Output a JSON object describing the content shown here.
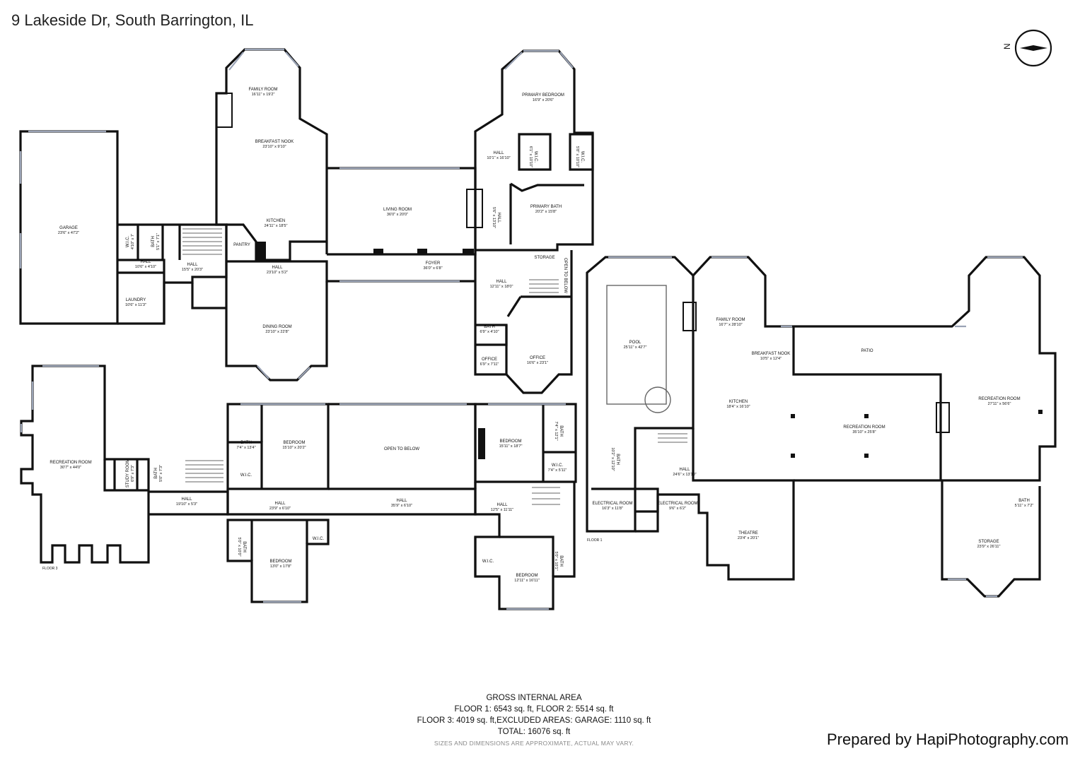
{
  "title": "9 Lakeside Dr, South Barrington, IL",
  "credit": "Prepared by HapiPhotography.com",
  "compass": {
    "label": "N"
  },
  "area": {
    "heading": "GROSS INTERNAL AREA",
    "line1": "FLOOR 1: 6543 sq. ft, FLOOR 2: 5514 sq. ft",
    "line2": "FLOOR 3: 4019 sq. ft,EXCLUDED AREAS: GARAGE: 1110 sq. ft",
    "line3": "TOTAL: 16076 sq. ft",
    "disclaimer": "SIZES AND DIMENSIONS ARE APPROXIMATE, ACTUAL MAY VARY."
  },
  "floor_tags": {
    "floor3": "FLOOR 3",
    "floor1": "FLOOR 1"
  },
  "rooms": {
    "garage": {
      "name": "GARAGE",
      "dim": "23'6\" x 47'2\""
    },
    "family_room_main": {
      "name": "FAMILY ROOM",
      "dim": "16'11\" x 19'2\""
    },
    "breakfast_nook_main": {
      "name": "BREAKFAST NOOK",
      "dim": "23'10\" x 9'10\""
    },
    "kitchen_main": {
      "name": "KITCHEN",
      "dim": "24'11\" x 18'5\""
    },
    "pantry": {
      "name": "PANTRY",
      "dim": ""
    },
    "wic_a": {
      "name": "W.I.C.",
      "dim": "4'10\" x 7'"
    },
    "bath_a": {
      "name": "BATH",
      "dim": "5'1\" x 7'1\""
    },
    "hall_a": {
      "name": "HALL",
      "dim": "10'6\" x 4'10\""
    },
    "hall_b": {
      "name": "HALL",
      "dim": "15'5\" x 20'3\""
    },
    "laundry": {
      "name": "LAUNDRY",
      "dim": "10'6\" x 11'3\""
    },
    "hall_c": {
      "name": "HALL",
      "dim": "23'10\" x 5'2\""
    },
    "dining_room": {
      "name": "DINING ROOM",
      "dim": "23'10\" x 22'8\""
    },
    "living_room": {
      "name": "LIVING ROOM",
      "dim": "36'0\" x 20'0\""
    },
    "foyer": {
      "name": "FOYER",
      "dim": "36'0\" x 6'8\""
    },
    "primary_bedroom": {
      "name": "PRIMARY BEDROOM",
      "dim": "16'9\" x 20'6\""
    },
    "hall_d": {
      "name": "HALL",
      "dim": "10'1\" x 16'10\""
    },
    "wic_b": {
      "name": "W.I.C.",
      "dim": "6'1\" x 10'10\""
    },
    "wic_c": {
      "name": "W.I.C.",
      "dim": "5'8\" x 10'10\""
    },
    "primary_bath": {
      "name": "PRIMARY BATH",
      "dim": "20'2\" x 15'8\""
    },
    "hall_e": {
      "name": "HALL",
      "dim": "5'6\" x 13'10\""
    },
    "storage_small": {
      "name": "STORAGE",
      "dim": ""
    },
    "open_below_a": {
      "name": "OPEN TO BELOW",
      "dim": ""
    },
    "hall_f": {
      "name": "HALL",
      "dim": "12'11\" x 18'0\""
    },
    "bath_b": {
      "name": "BATH",
      "dim": "6'9\" x 4'10\""
    },
    "office_a": {
      "name": "OFFICE",
      "dim": "6'9\" x 7'11\""
    },
    "office_b": {
      "name": "OFFICE",
      "dim": "16'6\" x 23'1\""
    },
    "rec_room_f3": {
      "name": "RECREATION ROOM",
      "dim": "30'7\" x 44'0\""
    },
    "study_room": {
      "name": "STUDY ROOM",
      "dim": "6'9\" x 7'3\""
    },
    "bath_c": {
      "name": "BATH",
      "dim": "5'0\" x 7'3\""
    },
    "hall_g": {
      "name": "HALL",
      "dim": "19'10\" x 5'3\""
    },
    "bath_d": {
      "name": "BATH",
      "dim": "7'4\" x 13'4\""
    },
    "bedroom_a": {
      "name": "BEDROOM",
      "dim": "15'10\" x 20'2\""
    },
    "wic_d": {
      "name": "W.I.C.",
      "dim": ""
    },
    "hall_h": {
      "name": "HALL",
      "dim": "23'9\" x 6'10\""
    },
    "open_below_b": {
      "name": "OPEN TO BELOW",
      "dim": ""
    },
    "hall_i": {
      "name": "HALL",
      "dim": "35'9\" x 6'10\""
    },
    "bedroom_b": {
      "name": "BEDROOM",
      "dim": "15'11\" x 18'7\""
    },
    "bath_e": {
      "name": "BATH",
      "dim": "7'4\" x 12'1\""
    },
    "wic_e": {
      "name": "W.I.C.",
      "dim": "7'4\" x 5'11\""
    },
    "hall_j": {
      "name": "HALL",
      "dim": "12'5\" x 11'11\""
    },
    "bath_f": {
      "name": "BATH",
      "dim": "5'0\" x 10'0\""
    },
    "bedroom_c": {
      "name": "BEDROOM",
      "dim": "13'0\" x 17'8\""
    },
    "wic_f": {
      "name": "W.I.C.",
      "dim": ""
    },
    "wic_g": {
      "name": "W.I.C.",
      "dim": ""
    },
    "bedroom_d": {
      "name": "BEDROOM",
      "dim": "12'11\" x 16'11\""
    },
    "bath_g": {
      "name": "BATH",
      "dim": "5'0\" x 10'1\""
    },
    "pool": {
      "name": "POOL",
      "dim": "25'11\" x 42'7\""
    },
    "family_room_lower": {
      "name": "FAMILY ROOM",
      "dim": "16'7\" x 28'10\""
    },
    "breakfast_nook_lower": {
      "name": "BREAKFAST NOOK",
      "dim": "10'5\" x 12'4\""
    },
    "patio": {
      "name": "PATIO",
      "dim": ""
    },
    "kitchen_lower": {
      "name": "KITCHEN",
      "dim": "18'4\" x 16'10\""
    },
    "rec_room_lower": {
      "name": "RECREATION ROOM",
      "dim": "35'10\" x 25'8\""
    },
    "rec_room_right": {
      "name": "RECREATION ROOM",
      "dim": "27'11\" x 56'6\""
    },
    "bath_h": {
      "name": "BATH",
      "dim": "10'2\" x 12'10\""
    },
    "hall_k": {
      "name": "HALL",
      "dim": "24'6\" x 13'10\""
    },
    "electrical_a": {
      "name": "ELECTRICAL ROOM",
      "dim": "16'3\" x 11'8\""
    },
    "electrical_b": {
      "name": "ELECTRICAL ROOM",
      "dim": "9'6\" x 6'2\""
    },
    "theatre": {
      "name": "THEATRE",
      "dim": "23'4\" x 20'1\""
    },
    "bath_i": {
      "name": "BATH",
      "dim": "5'11\" x 7'2\""
    },
    "storage_large": {
      "name": "STORAGE",
      "dim": "23'9\" x 26'11\""
    }
  },
  "colors": {
    "wall": "#111111",
    "window": "#9aa3b5",
    "text": "#111111"
  }
}
